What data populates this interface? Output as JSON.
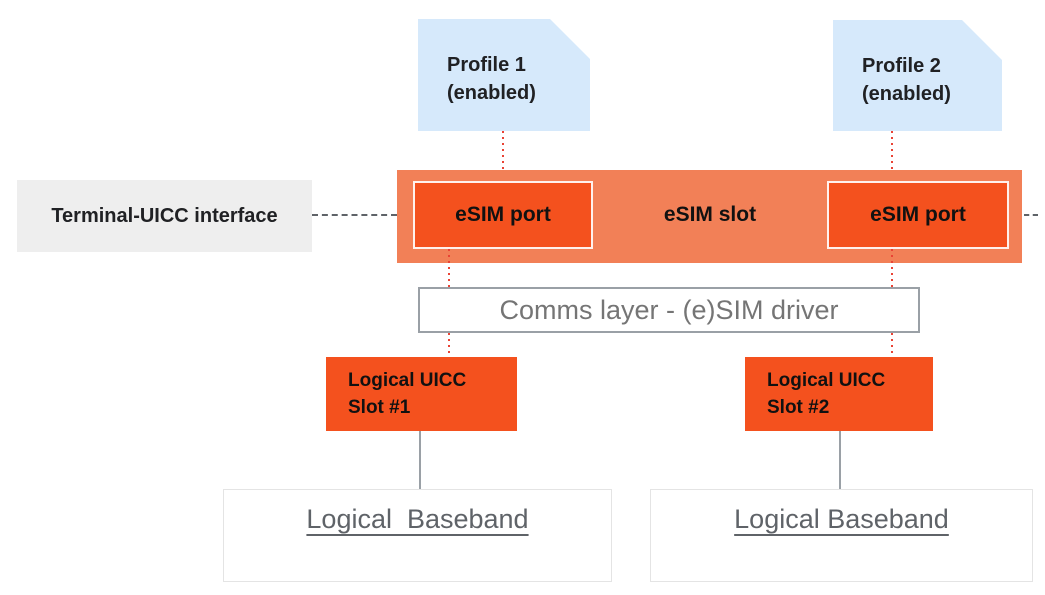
{
  "diagram": {
    "profiles": [
      {
        "title": "Profile 1",
        "status": "(enabled)"
      },
      {
        "title": "Profile 2",
        "status": "(enabled)"
      }
    ],
    "terminal_interface_label": "Terminal-UICC interface",
    "esim_slot": {
      "label": "eSIM slot",
      "ports": [
        {
          "label": "eSIM port"
        },
        {
          "label": "eSIM port"
        }
      ]
    },
    "comms_layer_label": "Comms layer - (e)SIM driver",
    "uicc_slots": [
      {
        "line1": "Logical UICC",
        "line2": "Slot #1"
      },
      {
        "line1": "Logical UICC",
        "line2": "Slot #2"
      }
    ],
    "basebands": [
      {
        "label": "Logical  Baseband"
      },
      {
        "label": "Logical Baseband"
      }
    ],
    "colors": {
      "profile_card_bg": "#D6E9FB",
      "esim_slot_bar": "#F28057",
      "esim_port": "#F4511E",
      "uicc_slot": "#F4511E",
      "terminal_label_bg": "#EEEEEE",
      "dotted_connector": "#E94335",
      "dashed_connector": "#5F6368",
      "comms_border": "#9AA0A6",
      "gray_text": "#757575",
      "baseband_text": "#5F6368",
      "dark_text": "#202124"
    }
  }
}
